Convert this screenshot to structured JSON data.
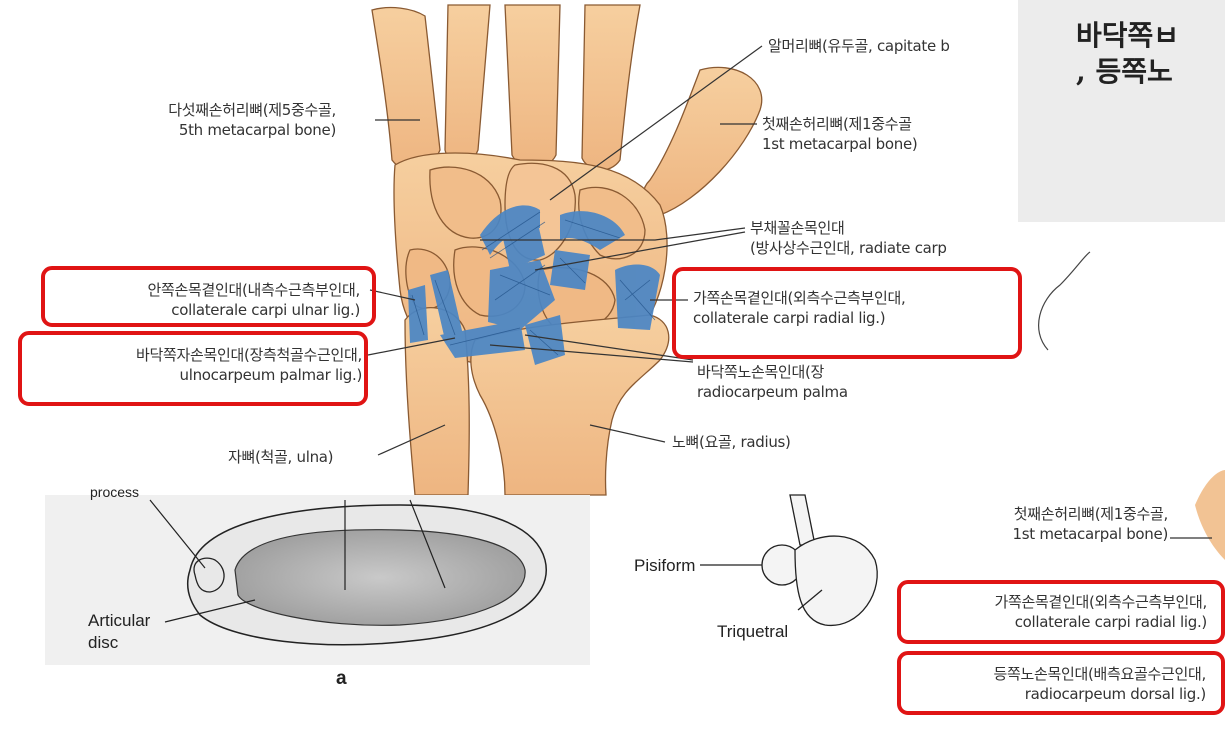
{
  "top_figure": {
    "capitate": "알머리뼈(유두골, capitate b",
    "fifth_metacarpal_line1": "다섯째손허리뼈(제5중수골,",
    "fifth_metacarpal_line2": "5th metacarpal bone)",
    "first_metacarpal_line1": "첫째손허리뼈(제1중수골",
    "first_metacarpal_line2": "1st metacarpal bone)",
    "radiate_line1": "부채꼴손목인대",
    "radiate_line2": "(방사상수근인대, radiate carp",
    "ulnar_collateral_line1": "안쪽손목곁인대(내측수근측부인대,",
    "ulnar_collateral_line2": "collaterale carpi ulnar lig.)",
    "radial_collateral_line1": "가쪽손목곁인대(외측수근측부인대,",
    "radial_collateral_line2": "collaterale carpi radial lig.)",
    "ulnocarpeum_line1": "바닥쪽자손목인대(장측척골수근인대,",
    "ulnocarpeum_line2": "ulnocarpeum palmar lig.)",
    "radiocarpeum_line1": "바닥쪽노손목인대(장",
    "radiocarpeum_line2": "radiocarpeum palma",
    "ulna": "자뼈(척골, ulna)",
    "radius": "노뼈(요골, radius)"
  },
  "overlay_title_line1": "바닥쪽ㅂ",
  "overlay_title_line2": ", 등쪽노",
  "bottom_figure": {
    "process": "process",
    "articular_disc_line1": "Articular",
    "articular_disc_line2": "disc",
    "panel_letter": "a",
    "pisiform": "Pisiform",
    "triquetral": "Triquetral"
  },
  "right_figure": {
    "first_metacarpal_line1": "첫째손허리뼈(제1중수골,",
    "first_metacarpal_line2": "1st metacarpal bone)",
    "radial_collateral_line1": "가쪽손목곁인대(외측수근측부인대,",
    "radial_collateral_line2": "collaterale carpi radial lig.)",
    "dorsal_line1": "등쪽노손목인대(배측요골수근인대,",
    "dorsal_line2": "radiocarpeum dorsal lig.)"
  },
  "colors": {
    "bone": "#f2c394",
    "bone_dark": "#d9955c",
    "ligament": "#4a86c5",
    "highlight": "#e01414",
    "overlay": "#ececec"
  }
}
